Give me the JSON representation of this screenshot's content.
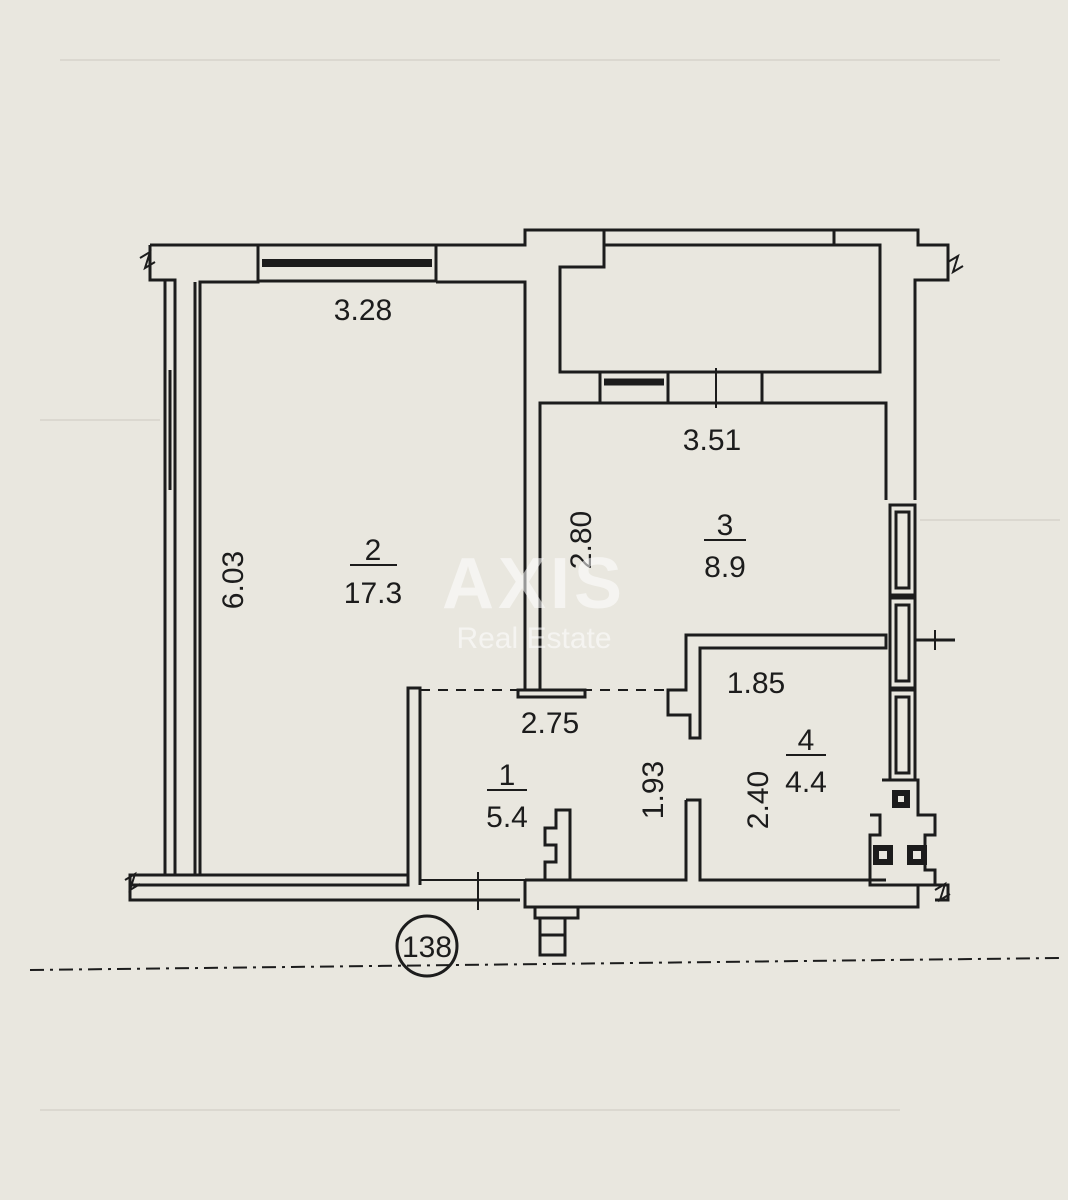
{
  "plan": {
    "apartment_number": "138",
    "rooms": [
      {
        "number": "1",
        "area": "5.4"
      },
      {
        "number": "2",
        "area": "17.3"
      },
      {
        "number": "3",
        "area": "8.9"
      },
      {
        "number": "4",
        "area": "4.4"
      }
    ],
    "dimensions": {
      "room2_width": "3.28",
      "room2_length": "6.03",
      "room3_width": "3.51",
      "room3_length": "2.80",
      "room4_width": "1.85",
      "room4_length": "2.40",
      "hall_width": "2.75",
      "hall_length": "1.93"
    },
    "colors": {
      "paper": "#e9e7df",
      "ink": "#1c1c1c"
    }
  },
  "watermark": {
    "brand": "AXIS",
    "subtitle": "Real Estate"
  }
}
